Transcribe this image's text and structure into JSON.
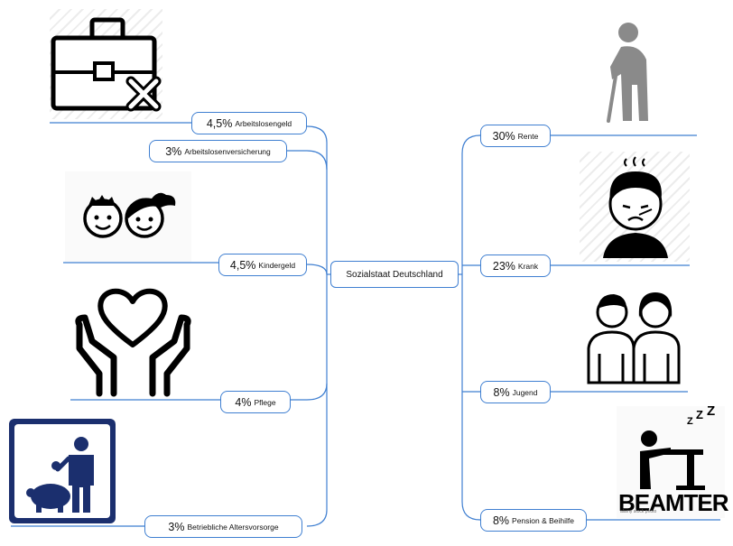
{
  "center": {
    "label": "Sozialstaat Deutschland"
  },
  "left_branches": [
    {
      "percent": "4,5%",
      "label": "Arbeitslosengeld"
    },
    {
      "percent": "3%",
      "label": "Arbeitslosenversicherung"
    },
    {
      "percent": "4,5%",
      "label": "Kindergeld"
    },
    {
      "percent": "4%",
      "label": "Pflege"
    },
    {
      "percent": "3%",
      "label": "Betriebliche Altersvorsorge"
    }
  ],
  "right_branches": [
    {
      "percent": "30%",
      "label": "Rente"
    },
    {
      "percent": "23%",
      "label": "Krank"
    },
    {
      "percent": "8%",
      "label": "Jugend"
    },
    {
      "percent": "8%",
      "label": "Pension & Beihilfe"
    }
  ],
  "icons": {
    "briefcase": "briefcase-cross-icon",
    "kids": "children-faces-icon",
    "care": "hands-heart-icon",
    "pension_saving": "piggy-bank-icon",
    "elderly": "elderly-person-icon",
    "sick": "sick-person-icon",
    "youth": "youth-pair-icon",
    "civil_servant": "sleeping-clerk-icon"
  },
  "images": {
    "beamter_caption": "BEAMTER",
    "stock_watermark": "alamy stock photo"
  },
  "colors": {
    "accent": "#3f7fd1",
    "navy": "#1b2f6e"
  }
}
